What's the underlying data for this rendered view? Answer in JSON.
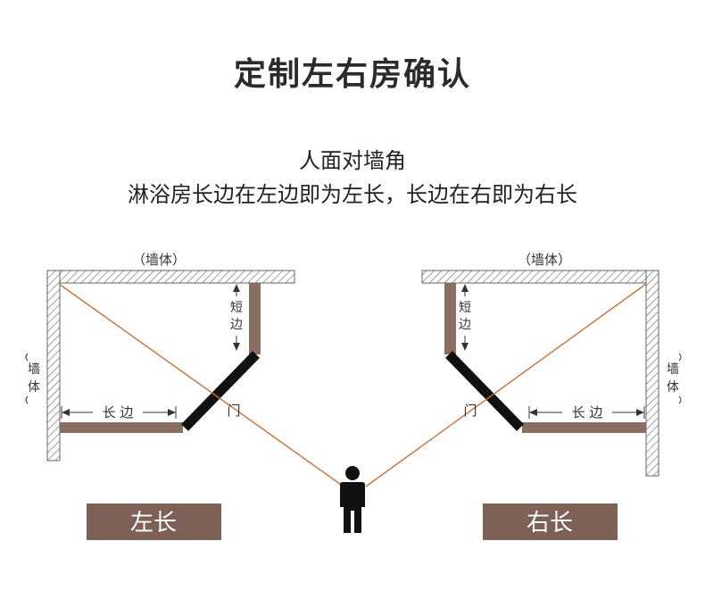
{
  "title": "定制左右房确认",
  "subtitle_line1": "人面对墙角",
  "subtitle_line2": "淋浴房长边在左边即为左长，长边在右即为右长",
  "left": {
    "wall_top": "（墙体）",
    "wall_side": [
      "墙",
      "体"
    ],
    "short_side": [
      "短",
      "边"
    ],
    "long_side": "长 边",
    "door": "门",
    "button": "左长"
  },
  "right": {
    "wall_top": "（墙体）",
    "wall_side": [
      "墙",
      "体"
    ],
    "short_side": [
      "短",
      "边"
    ],
    "long_side": "长 边",
    "door": "门",
    "button": "右长"
  },
  "colors": {
    "panel": "#8a6e62",
    "door": "#111111",
    "sightline": "#c8733a",
    "button": "#7d6157",
    "wall_hatch": "#777777"
  }
}
